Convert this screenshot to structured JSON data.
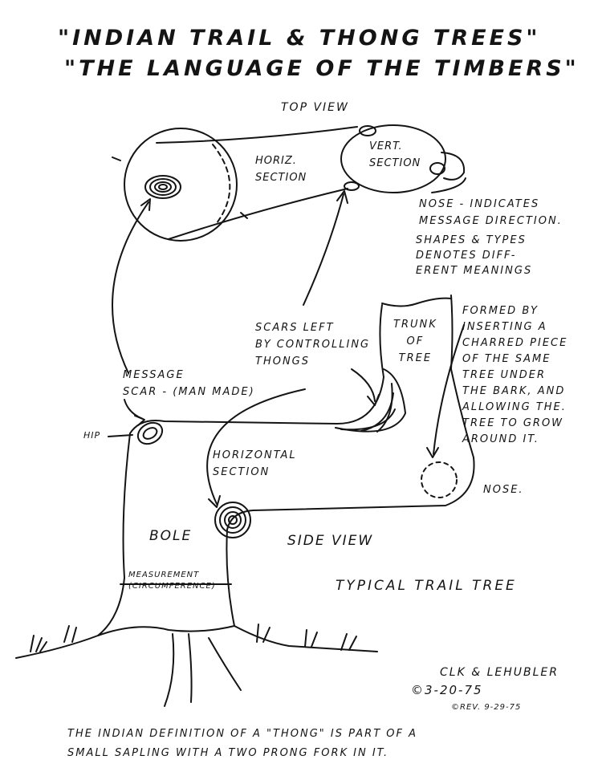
{
  "title": {
    "line1": "\"INDIAN TRAIL & THONG TREES\"",
    "line2": "\"THE LANGUAGE OF THE TIMBERS\""
  },
  "top_view": {
    "heading": "TOP VIEW",
    "horiz_section": "HORIZ.\nSECTION",
    "vert_section": "VERT.\nSECTION",
    "nose_note": "NOSE - INDICATES\nMESSAGE DIRECTION.",
    "shapes_note": "SHAPES & TYPES\nDENOTES DIFF-\nERENT MEANINGS"
  },
  "side_view": {
    "trunk_of_tree": "TRUNK\nOF\nTREE",
    "formed_note": "FORMED BY\nINSERTING A\nCHARRED PIECE\nOF THE SAME\nTREE UNDER\nTHE BARK, AND\nALLOWING THE.\nTREE TO GROW\nAROUND IT.",
    "scars_note": "SCARS LEFT\nBY CONTROLLING\nTHONGS",
    "message_scar": "MESSAGE\nSCAR - (MAN MADE)",
    "hip": "HIP",
    "horizontal_section": "HORIZONTAL\nSECTION",
    "nose": "NOSE.",
    "bole": "BOLE",
    "side_view_label": "SIDE VIEW",
    "measurement": "MEASUREMENT\n(CIRCUMFERENCE)",
    "typical": "TYPICAL TRAIL TREE"
  },
  "credit": {
    "author": "CLK & LEHUBLER",
    "date": "©3-20-75",
    "revision": "©REV. 9-29-75"
  },
  "footer": {
    "line1": "THE INDIAN DEFINITION OF A \"THONG\" IS PART OF A",
    "line2": "SMALL SAPLING WITH A TWO PRONG FORK IN IT."
  }
}
